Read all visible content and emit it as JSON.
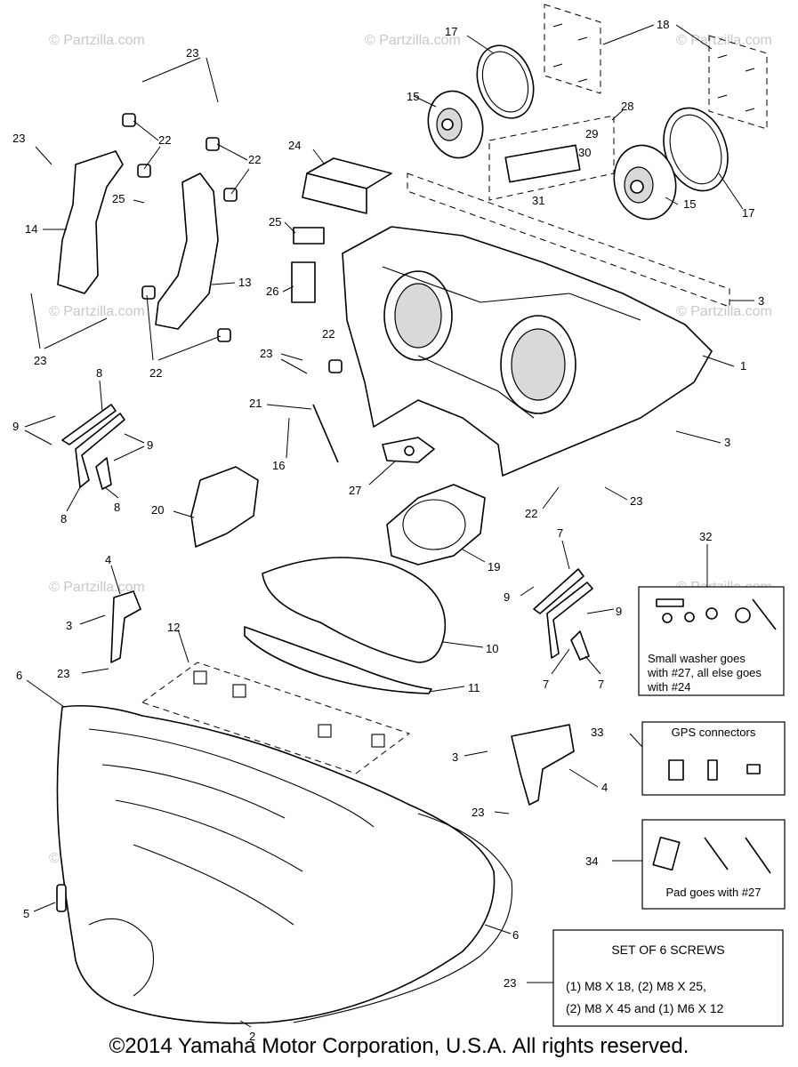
{
  "watermark_text": "© Partzilla.com",
  "copyright": "©2014 Yamaha Motor Corporation, U.S.A. All rights reserved.",
  "callouts": [
    {
      "id": "c17a",
      "text": "17"
    },
    {
      "id": "c18",
      "text": "18"
    },
    {
      "id": "c28",
      "text": "28"
    },
    {
      "id": "c29",
      "text": "29"
    },
    {
      "id": "c30",
      "text": "30"
    },
    {
      "id": "c15a",
      "text": "15"
    },
    {
      "id": "c15b",
      "text": "15"
    },
    {
      "id": "c17b",
      "text": "17"
    },
    {
      "id": "c31",
      "text": "31"
    },
    {
      "id": "c24",
      "text": "24"
    },
    {
      "id": "c25a",
      "text": "25"
    },
    {
      "id": "c26",
      "text": "26"
    },
    {
      "id": "c3a",
      "text": "3"
    },
    {
      "id": "c1",
      "text": "1"
    },
    {
      "id": "c23a",
      "text": "23"
    },
    {
      "id": "c23b",
      "text": "23"
    },
    {
      "id": "c22a",
      "text": "22"
    },
    {
      "id": "c22b",
      "text": "22"
    },
    {
      "id": "c14",
      "text": "14"
    },
    {
      "id": "c25b",
      "text": "25"
    },
    {
      "id": "c13",
      "text": "13"
    },
    {
      "id": "c23c",
      "text": "23"
    },
    {
      "id": "c22c",
      "text": "22"
    },
    {
      "id": "c22d",
      "text": "22"
    },
    {
      "id": "c23d",
      "text": "23"
    },
    {
      "id": "c8a",
      "text": "8"
    },
    {
      "id": "c9a",
      "text": "9"
    },
    {
      "id": "c9b",
      "text": "9"
    },
    {
      "id": "c8b",
      "text": "8"
    },
    {
      "id": "c8c",
      "text": "8"
    },
    {
      "id": "c21",
      "text": "21"
    },
    {
      "id": "c16",
      "text": "16"
    },
    {
      "id": "c3b",
      "text": "3"
    },
    {
      "id": "c27",
      "text": "27"
    },
    {
      "id": "c22e",
      "text": "22"
    },
    {
      "id": "c23e",
      "text": "23"
    },
    {
      "id": "c20",
      "text": "20"
    },
    {
      "id": "c19",
      "text": "19"
    },
    {
      "id": "c32",
      "text": "32"
    },
    {
      "id": "c7a",
      "text": "7"
    },
    {
      "id": "c9c",
      "text": "9"
    },
    {
      "id": "c9d",
      "text": "9"
    },
    {
      "id": "c7b",
      "text": "7"
    },
    {
      "id": "c7c",
      "text": "7"
    },
    {
      "id": "c4a",
      "text": "4"
    },
    {
      "id": "c3c",
      "text": "3"
    },
    {
      "id": "c23f",
      "text": "23"
    },
    {
      "id": "c12",
      "text": "12"
    },
    {
      "id": "c10",
      "text": "10"
    },
    {
      "id": "c11",
      "text": "11"
    },
    {
      "id": "c6a",
      "text": "6"
    },
    {
      "id": "c33",
      "text": "33"
    },
    {
      "id": "c3d",
      "text": "3"
    },
    {
      "id": "c4b",
      "text": "4"
    },
    {
      "id": "c23g",
      "text": "23"
    },
    {
      "id": "c34",
      "text": "34"
    },
    {
      "id": "c5",
      "text": "5"
    },
    {
      "id": "c6b",
      "text": "6"
    },
    {
      "id": "c23h",
      "text": "23"
    },
    {
      "id": "c2",
      "text": "2"
    }
  ],
  "boxes": {
    "box32": {
      "line1": "Small washer goes",
      "line2": "with #27, all else goes",
      "line3": "with #24"
    },
    "box33": {
      "title": "GPS connectors"
    },
    "box34": {
      "caption": "Pad goes with #27"
    },
    "box23": {
      "title": "SET OF 6 SCREWS",
      "line1": "(1) M8 X 18, (2) M8 X 25,",
      "line2": "(2) M8 X 45 and (1) M6 X 12"
    }
  }
}
